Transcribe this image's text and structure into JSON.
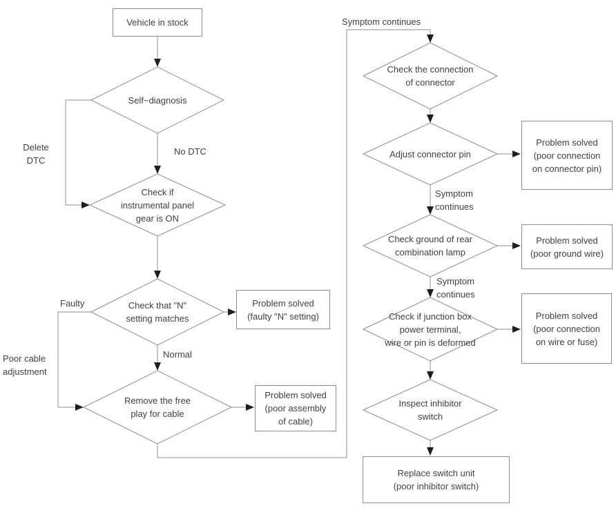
{
  "flowchart": {
    "nodes": {
      "vehicle_in_stock": "Vehicle in stock",
      "self_diagnosis": "Self~diagnosis",
      "check_instrument_panel": "Check if\ninstrumental panel\ngear is ON",
      "check_n_setting": "Check that \"N\"\nsetting matches",
      "remove_free_play": "Remove the free\nplay for cable",
      "problem_solved_n_setting": "Problem solved\n(faulty \"N\" setting)",
      "problem_solved_cable": "Problem solved\n(poor assembly\nof cable)",
      "check_connector": "Check the connection\nof connector",
      "adjust_connector_pin": "Adjust connector pin",
      "problem_solved_pin": "Problem solved\n(poor connection\non connector pin)",
      "check_ground": "Check ground of rear\ncombination lamp",
      "problem_solved_ground": "Problem solved\n(poor ground wire)",
      "check_junction_box": "Check if junction box\npower terminal,\nwire or pin is deformed",
      "problem_solved_fuse": "Problem solved\n(poor connection\non wire or fuse)",
      "inspect_inhibitor": "Inspect inhibitor\nswitch",
      "replace_switch_unit": "Replace switch unit\n(poor inhibitor switch)"
    },
    "edge_labels": {
      "delete_dtc": "Delete\nDTC",
      "no_dtc": "No DTC",
      "faulty": "Faulty",
      "normal": "Normal",
      "poor_cable_adjustment": "Poor cable\nadjustment",
      "symptom_continues_top": "Symptom continues",
      "symptom_continues_1": "Symptom\ncontinues",
      "symptom_continues_2": "Symptom\ncontinues"
    },
    "colors": {
      "line": "#8c8c8c",
      "arrowhead": "#1f1f1f",
      "text": "#3f3f3f",
      "background": "#ffffff"
    }
  }
}
